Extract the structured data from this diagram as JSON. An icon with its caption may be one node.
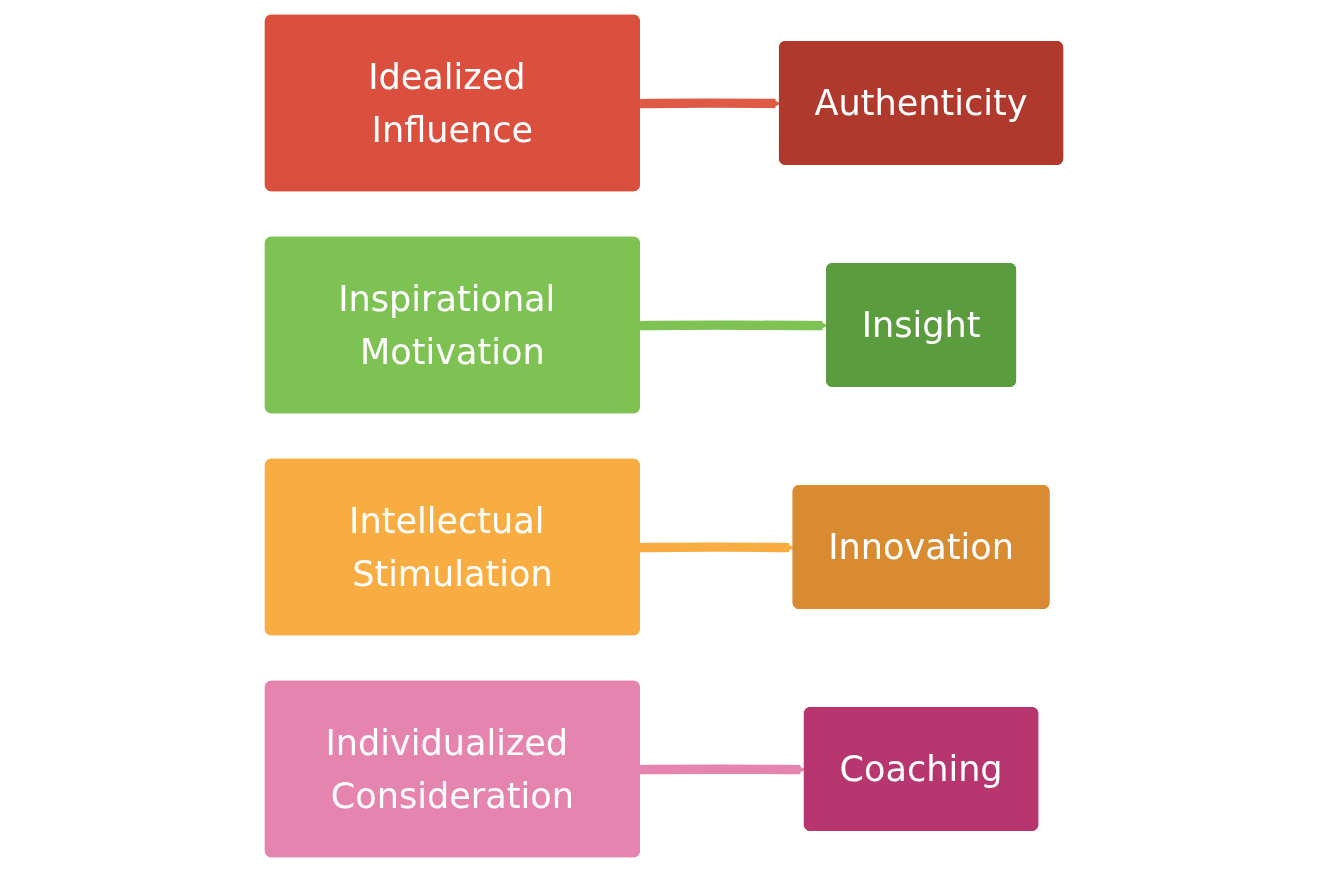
{
  "diagram": {
    "nodes": [
      {
        "text": [
          "Idealized Influence"
        ]
      },
      {
        "text": [
          "Authenticity"
        ]
      },
      {
        "text": [
          "Inspirational Motivation"
        ]
      },
      {
        "text": [
          "Insight"
        ]
      },
      {
        "text": [
          "Intellectual Stimulation"
        ]
      },
      {
        "text": [
          "Innovation"
        ]
      },
      {
        "text": [
          "Individualized Consideration"
        ]
      },
      {
        "text": [
          "Coaching"
        ]
      }
    ],
    "edges": [
      {
        "from": 0,
        "to": 1,
        "arrow": "to",
        "color": "#de5a45"
      },
      {
        "from": 2,
        "to": 3,
        "arrow": "to",
        "color": "#7dc252"
      },
      {
        "from": 4,
        "to": 5,
        "arrow": "to",
        "color": "#f7ad42"
      },
      {
        "from": 6,
        "to": 7,
        "arrow": "to",
        "color": "#e584ae"
      }
    ]
  }
}
